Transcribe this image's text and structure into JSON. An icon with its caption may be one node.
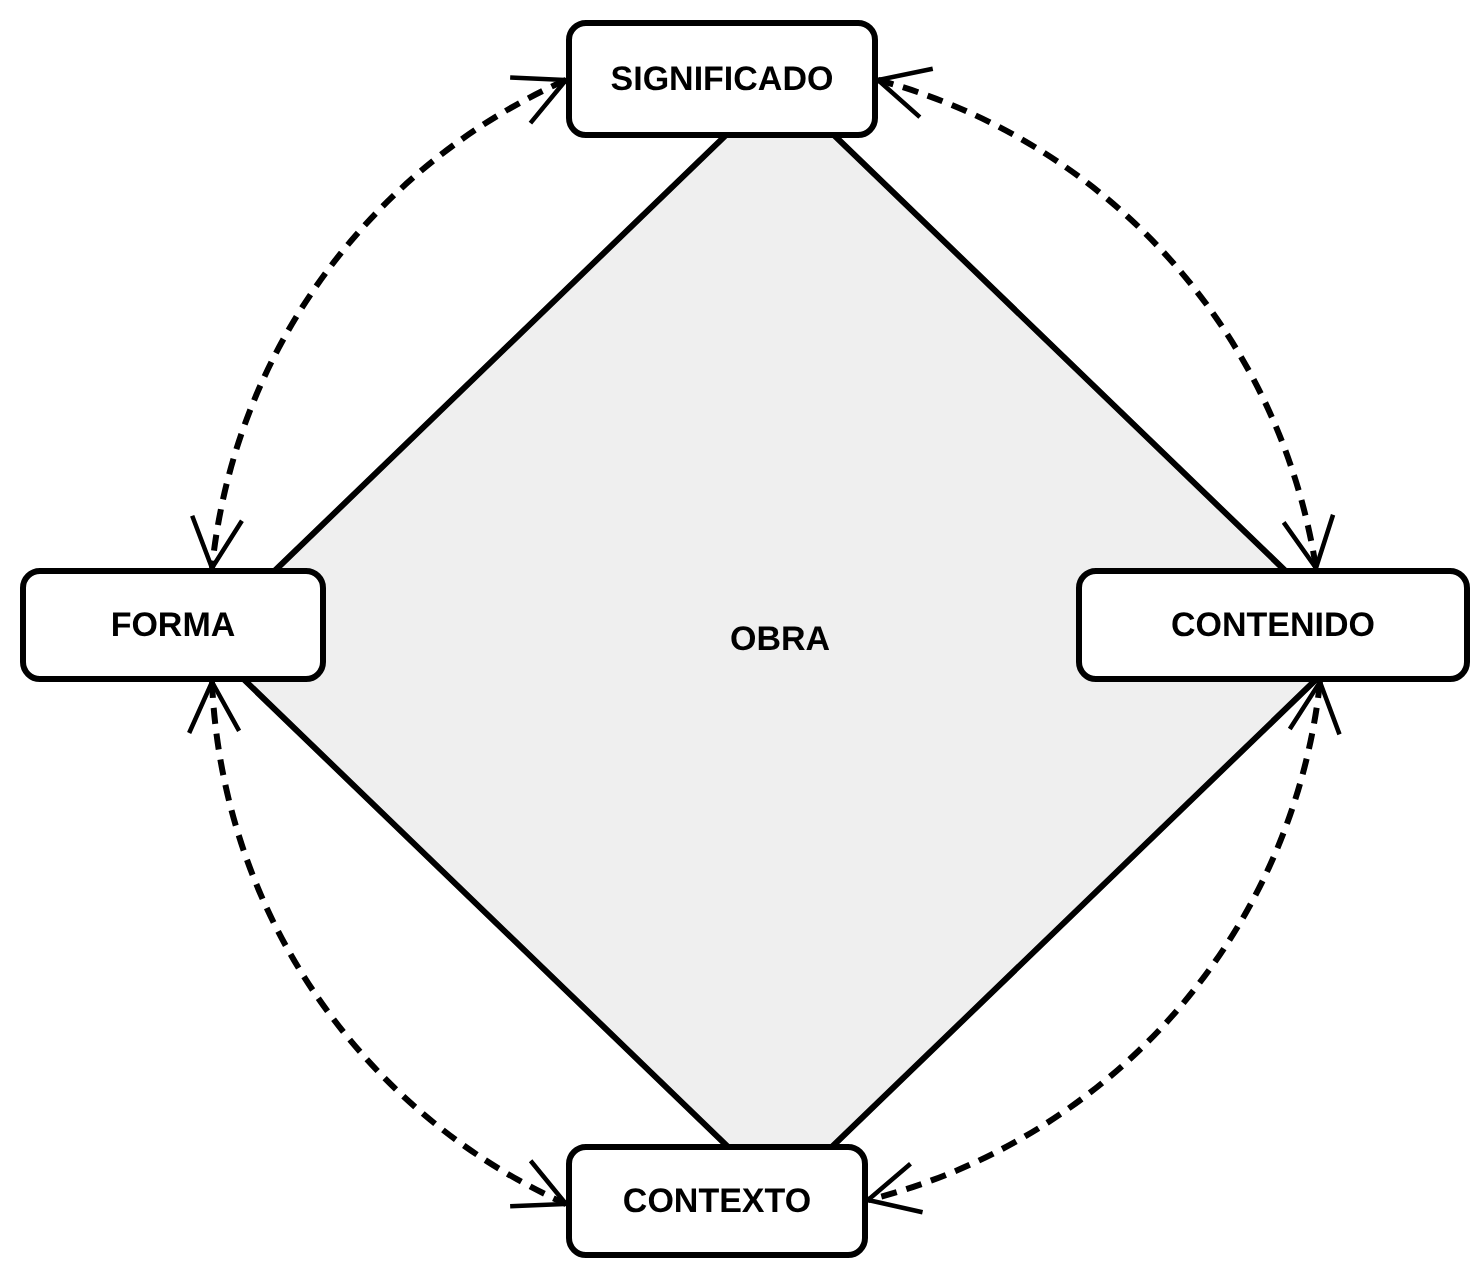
{
  "diagram": {
    "nodes": [
      {
        "text": [
          "OBRA"
        ]
      },
      {
        "text": [
          "SIGNIFICADO"
        ]
      },
      {
        "text": [
          "FORMA"
        ]
      },
      {
        "text": [
          "CONTENIDO"
        ]
      },
      {
        "text": [
          "CONTEXTO"
        ]
      }
    ],
    "edges": [
      {
        "from": 1,
        "to": 2,
        "arrow": "both",
        "style": "dashed"
      },
      {
        "from": 1,
        "to": 3,
        "arrow": "both",
        "style": "dashed"
      },
      {
        "from": 3,
        "to": 4,
        "arrow": "both",
        "style": "dashed"
      },
      {
        "from": 2,
        "to": 4,
        "arrow": "both",
        "style": "dashed"
      }
    ]
  }
}
